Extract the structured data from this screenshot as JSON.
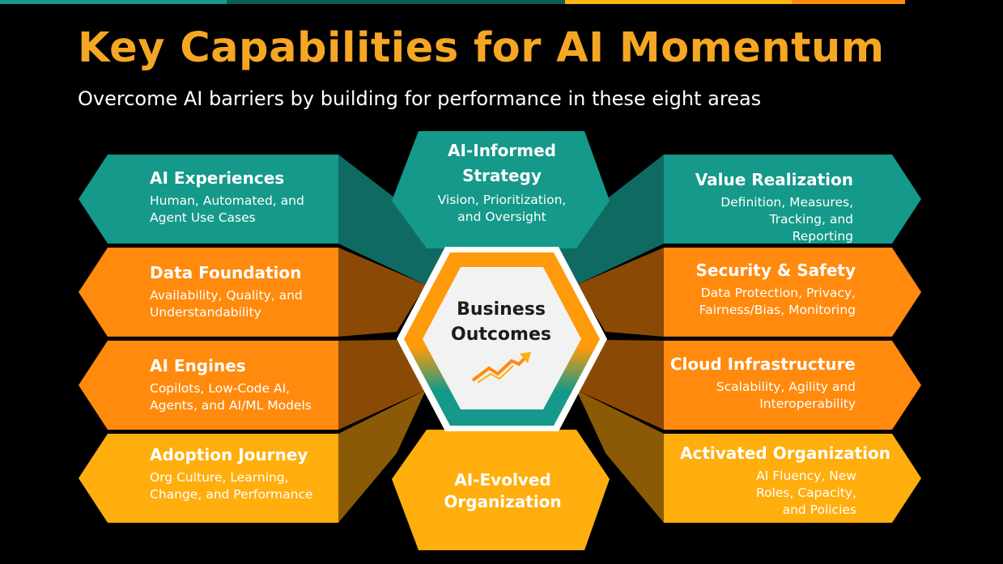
{
  "title": "Key Capabilities for AI Momentum",
  "subtitle": "Overcome AI barriers by building for performance in these eight areas",
  "colors": {
    "teal": "#14998A",
    "orange": "#FF8A0D",
    "gold": "#FFAE0E",
    "title": "#F5A623",
    "hub_ring": "#FF9A0A",
    "hub_fill": "#F2F2F2"
  },
  "hub": {
    "title": "Business Outcomes",
    "icon": "trending-up-arrow-icon"
  },
  "capabilities": {
    "left": [
      {
        "title": "AI Experiences",
        "desc": "Human, Automated, and Agent Use Cases"
      },
      {
        "title": "Data Foundation",
        "desc": "Availability, Quality, and Understandability"
      },
      {
        "title": "AI Engines",
        "desc": "Copilots, Low-Code AI, Agents, and AI/ML Models"
      },
      {
        "title": "Adoption Journey",
        "desc": "Org Culture, Learning, Change, and Performance"
      }
    ],
    "right": [
      {
        "title": "Value Realization",
        "desc": "Definition, Measures, Tracking, and Reporting"
      },
      {
        "title": "Security & Safety",
        "desc": "Data Protection, Privacy, Fairness/Bias, Monitoring"
      },
      {
        "title": "Cloud Infrastructure",
        "desc": "Scalability, Agility and Interoperability"
      },
      {
        "title": "Activated Organization",
        "desc": "AI Fluency, New Roles, Capacity, and Policies"
      }
    ],
    "top": {
      "title": "AI-Informed Strategy",
      "desc": "Vision, Prioritization, and Oversight"
    },
    "bottom": {
      "title": "AI-Evolved Organization"
    }
  }
}
